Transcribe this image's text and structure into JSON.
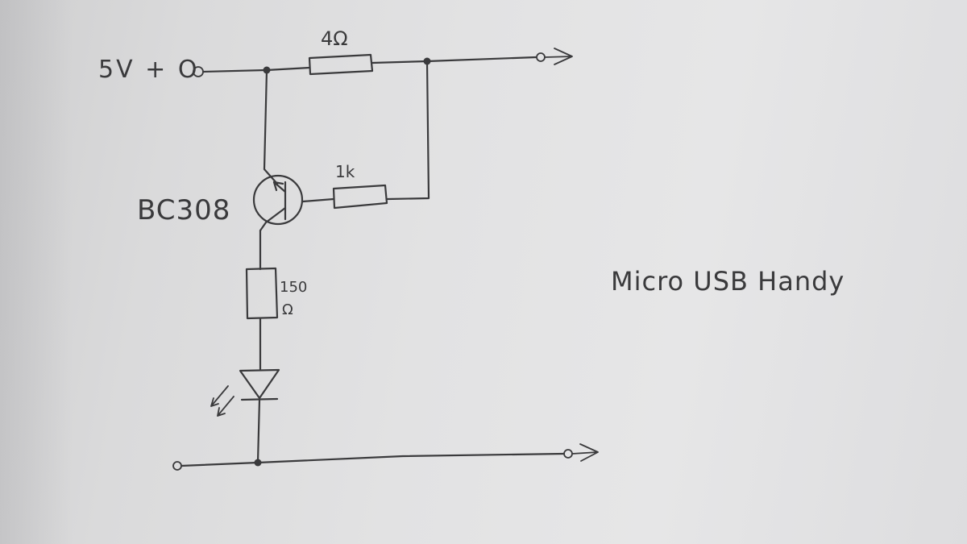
{
  "labels": {
    "supply": "5V + O",
    "resistor_top": "4Ω",
    "resistor_base": "1k",
    "transistor": "BC308",
    "resistor_led_value": "150",
    "resistor_led_unit": "Ω",
    "device": "Micro USB Handy"
  },
  "colors": {
    "paper": "#e2e2e3",
    "ink": "#3a3a3c"
  }
}
